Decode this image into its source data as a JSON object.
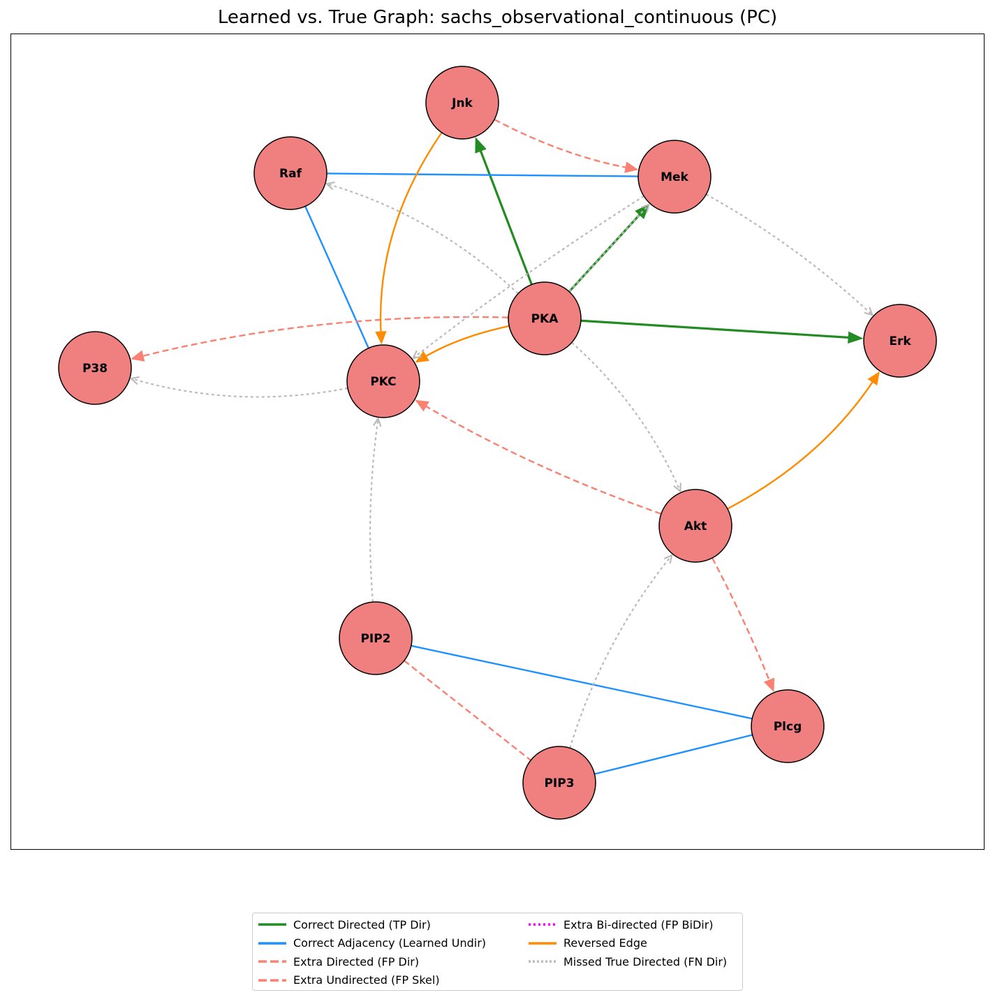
{
  "title": "Learned vs. True Graph: sachs_observational_continuous (PC)",
  "colors": {
    "node_fill": "#f08080",
    "node_stroke": "#000000",
    "tp_dir": "#228b22",
    "undir": "#1e90ff",
    "fp": "#fa8072",
    "bidir": "#ff00ff",
    "reversed": "#ff8c00",
    "fn": "#bbbbbb"
  },
  "nodes": [
    {
      "id": "Jnk",
      "label": "Jnk"
    },
    {
      "id": "Raf",
      "label": "Raf"
    },
    {
      "id": "Mek",
      "label": "Mek"
    },
    {
      "id": "PKA",
      "label": "PKA"
    },
    {
      "id": "Erk",
      "label": "Erk"
    },
    {
      "id": "P38",
      "label": "P38"
    },
    {
      "id": "PKC",
      "label": "PKC"
    },
    {
      "id": "Akt",
      "label": "Akt"
    },
    {
      "id": "PIP2",
      "label": "PIP2"
    },
    {
      "id": "Plcg",
      "label": "Plcg"
    },
    {
      "id": "PIP3",
      "label": "PIP3"
    }
  ],
  "edges": [
    {
      "from": "PKA",
      "to": "Jnk",
      "type": "tp_dir"
    },
    {
      "from": "PKA",
      "to": "Mek",
      "type": "tp_dir"
    },
    {
      "from": "PKA",
      "to": "Erk",
      "type": "tp_dir"
    },
    {
      "from": "Raf",
      "to": "Mek",
      "type": "undir"
    },
    {
      "from": "Raf",
      "to": "PKC",
      "type": "undir"
    },
    {
      "from": "PIP2",
      "to": "Plcg",
      "type": "undir"
    },
    {
      "from": "PIP3",
      "to": "Plcg",
      "type": "undir"
    },
    {
      "from": "Jnk",
      "to": "Mek",
      "type": "fp_dir"
    },
    {
      "from": "PKA",
      "to": "P38",
      "type": "fp_dir"
    },
    {
      "from": "Akt",
      "to": "PKC",
      "type": "fp_dir"
    },
    {
      "from": "Akt",
      "to": "Plcg",
      "type": "fp_dir"
    },
    {
      "from": "PIP2",
      "to": "PIP3",
      "type": "fp_skel"
    },
    {
      "from": "Jnk",
      "to": "PKC",
      "type": "reversed"
    },
    {
      "from": "PKA",
      "to": "PKC",
      "type": "reversed"
    },
    {
      "from": "Akt",
      "to": "Erk",
      "type": "reversed"
    },
    {
      "from": "PKA",
      "to": "Raf",
      "type": "fn"
    },
    {
      "from": "PKA",
      "to": "Mek",
      "type": "fn"
    },
    {
      "from": "PKA",
      "to": "Akt",
      "type": "fn"
    },
    {
      "from": "Mek",
      "to": "Erk",
      "type": "fn"
    },
    {
      "from": "PKC",
      "to": "P38",
      "type": "fn"
    },
    {
      "from": "PIP2",
      "to": "PKC",
      "type": "fn"
    },
    {
      "from": "PIP3",
      "to": "Akt",
      "type": "fn"
    },
    {
      "from": "Mek",
      "to": "PKC",
      "type": "fn"
    }
  ],
  "legend": [
    {
      "label": "Correct Directed (TP Dir)",
      "style": "tp_dir"
    },
    {
      "label": "Correct Adjacency (Learned Undir)",
      "style": "undir"
    },
    {
      "label": "Extra Directed (FP Dir)",
      "style": "fp_dir"
    },
    {
      "label": "Extra Undirected (FP Skel)",
      "style": "fp_skel"
    },
    {
      "label": "Extra Bi-directed (FP BiDir)",
      "style": "bidir"
    },
    {
      "label": "Reversed Edge",
      "style": "reversed"
    },
    {
      "label": "Missed True Directed (FN Dir)",
      "style": "fn"
    }
  ]
}
